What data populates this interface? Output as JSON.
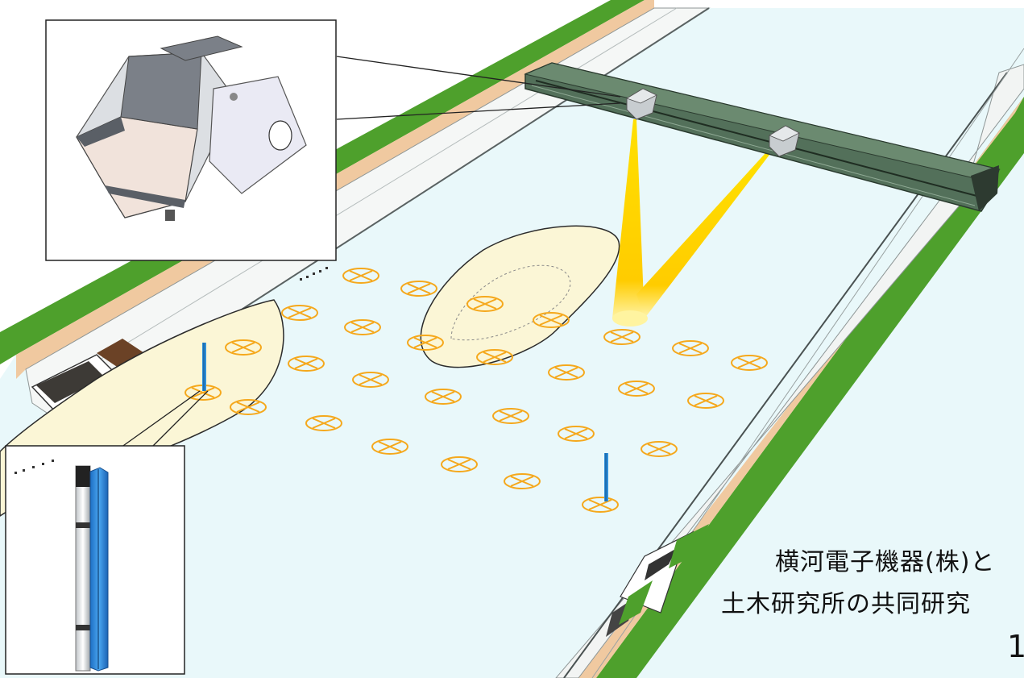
{
  "caption": {
    "line1": "横河電子機器(株)と",
    "line2": "土木研究所の共同研究"
  },
  "page_number": "1",
  "colors": {
    "channel_bg": "#e9f8fa",
    "grass": "#4ea02c",
    "sand": "#f0c9a0",
    "shoal": "#fbf6d6",
    "target_marker": "#f5a81c",
    "sensor_beam": "#ffd000",
    "gauge_staff": "#2f8fd8",
    "gantry": "#4f6b52"
  },
  "icons": [
    "sensor-housing-inset",
    "gauge-pole-inset",
    "target-marker-icon",
    "sensor-head-icon"
  ]
}
